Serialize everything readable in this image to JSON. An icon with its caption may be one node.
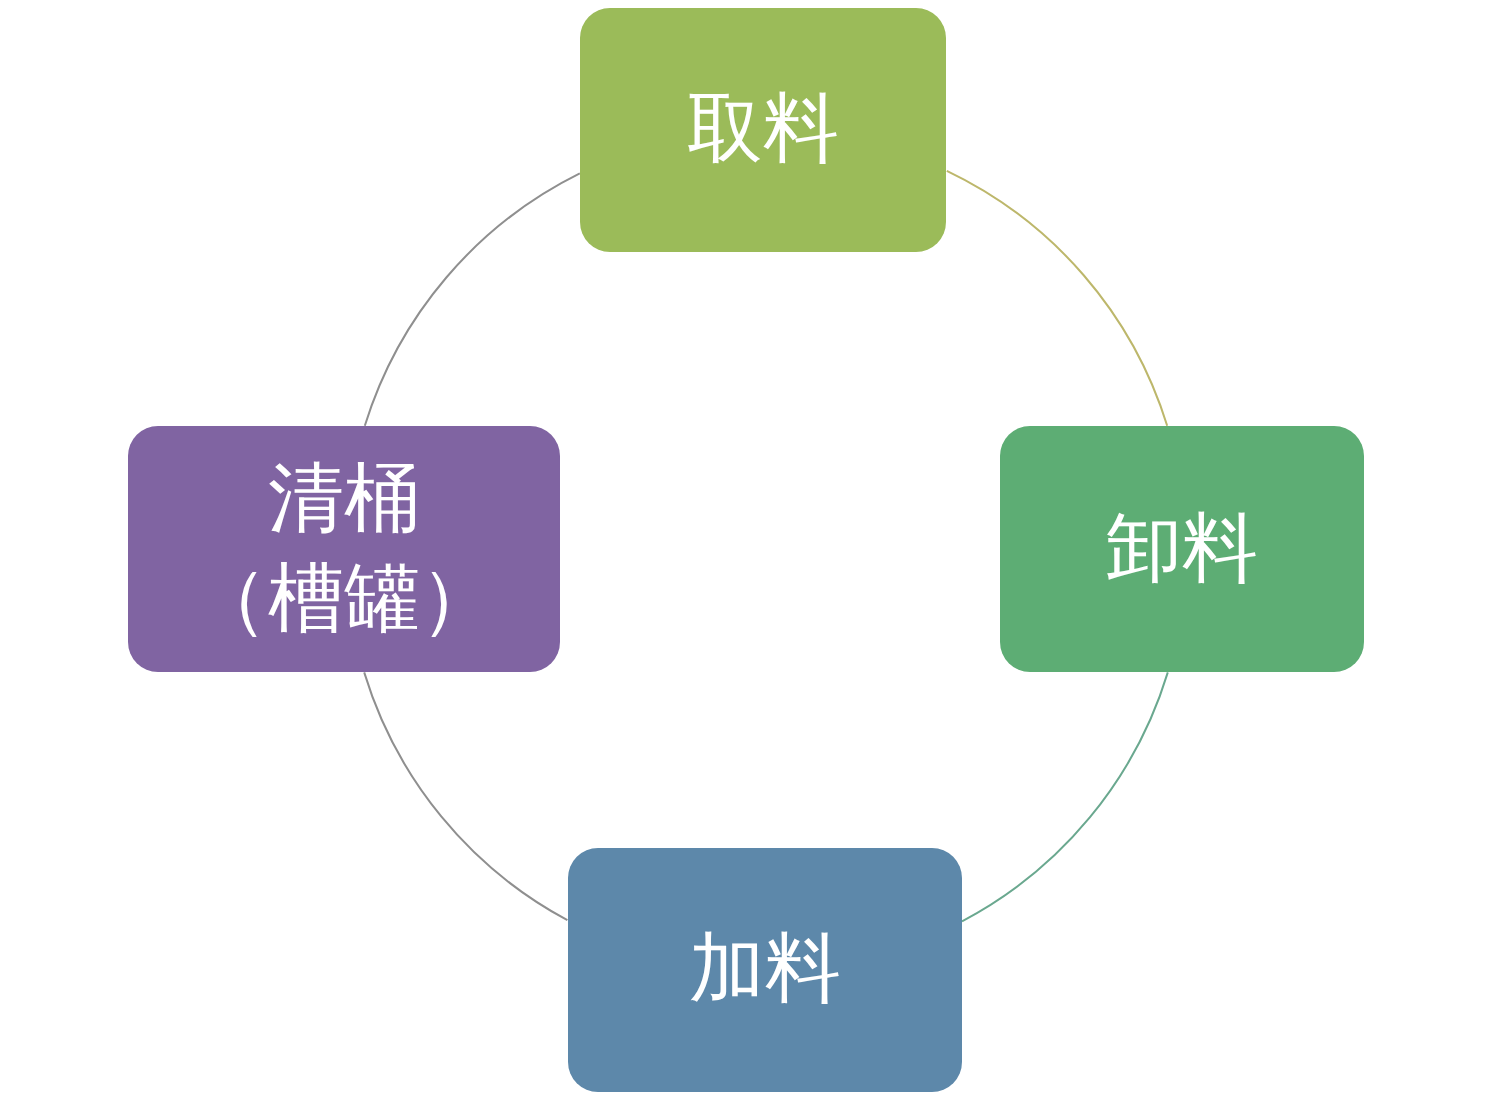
{
  "diagram": {
    "nodes": [
      {
        "text": [
          "取料"
        ]
      },
      {
        "text": [
          "清桶（槽罐）"
        ]
      },
      {
        "text": [
          "卸料"
        ]
      },
      {
        "text": [
          "加料"
        ]
      }
    ],
    "edges": [
      {
        "from": 0,
        "to": 2,
        "arrow": "none",
        "color": "#bdb76b"
      },
      {
        "from": 2,
        "to": 3,
        "arrow": "none",
        "color": "#6aa88f"
      },
      {
        "from": 3,
        "to": 1,
        "arrow": "none"
      },
      {
        "from": 1,
        "to": 0,
        "arrow": "none"
      }
    ]
  }
}
